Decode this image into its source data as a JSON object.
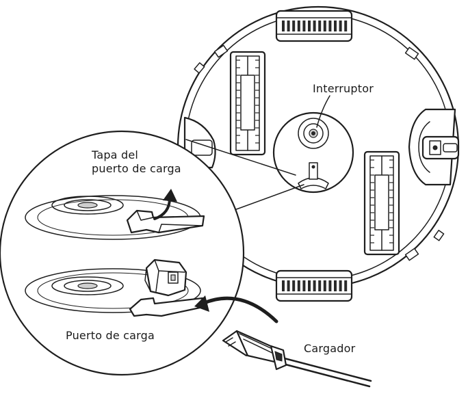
{
  "labels": {
    "switch": "Interruptor",
    "cover_line1": "Tapa del",
    "cover_line2": "puerto de carga",
    "port": "Puerto de carga",
    "charger": "Cargador"
  },
  "colors": {
    "line": "#1e1e1e",
    "background": "#ffffff",
    "shade": "#cfcfcf"
  }
}
